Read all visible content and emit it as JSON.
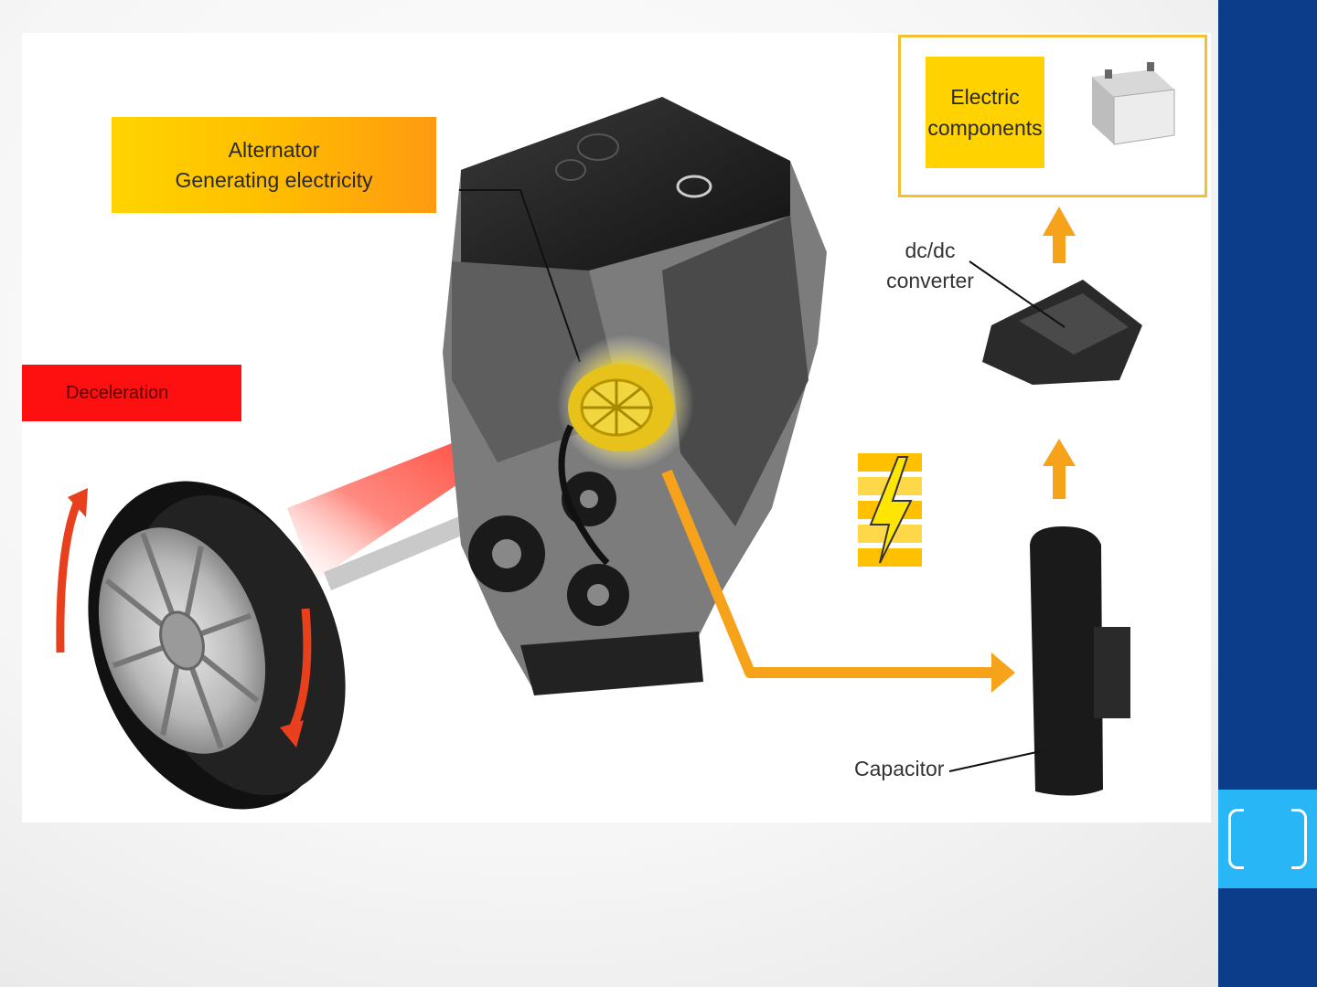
{
  "diagram": {
    "alternator_label": [
      "Alternator",
      "Generating electricity"
    ],
    "deceleration_label": "Deceleration",
    "electric_components_label": [
      "Electric",
      "components"
    ],
    "dcdc_label": [
      "dc/dc",
      "converter"
    ],
    "capacitor_label": "Capacitor"
  },
  "colors": {
    "sidebar": "#0b3d8a",
    "slide_number_box": "#29b6f6",
    "alternator_box": "#ffc000",
    "deceleration_box": "#ff1010",
    "flow_arrow": "#f7a21b",
    "rotation_arrow": "#e8401c"
  },
  "icons": [
    "wheel-icon",
    "engine-icon",
    "alternator-icon",
    "battery-icon",
    "dcdc-converter-icon",
    "capacitor-icon",
    "lightning-icon"
  ]
}
